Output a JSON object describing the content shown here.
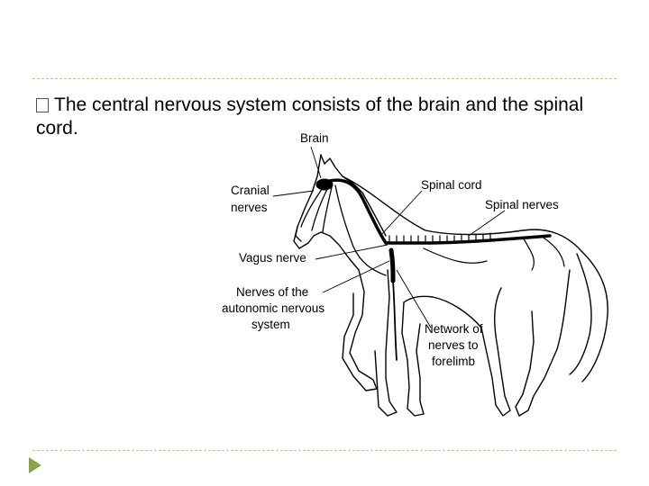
{
  "slide": {
    "bullet_text": "The central nervous system consists of the brain and the spinal cord.",
    "rule_color": "#b9c98a",
    "arrow_color": "#8aa34a"
  },
  "diagram": {
    "labels": {
      "brain": "Brain",
      "cranial_1": "Cranial",
      "cranial_2": "nerves",
      "spinal_cord": "Spinal cord",
      "spinal_nerves": "Spinal nerves",
      "vagus": "Vagus nerve",
      "auto_1": "Nerves of the",
      "auto_2": "autonomic nervous",
      "auto_3": "system",
      "forelimb_1": "Network of",
      "forelimb_2": "nerves to",
      "forelimb_3": "forelimb"
    }
  }
}
